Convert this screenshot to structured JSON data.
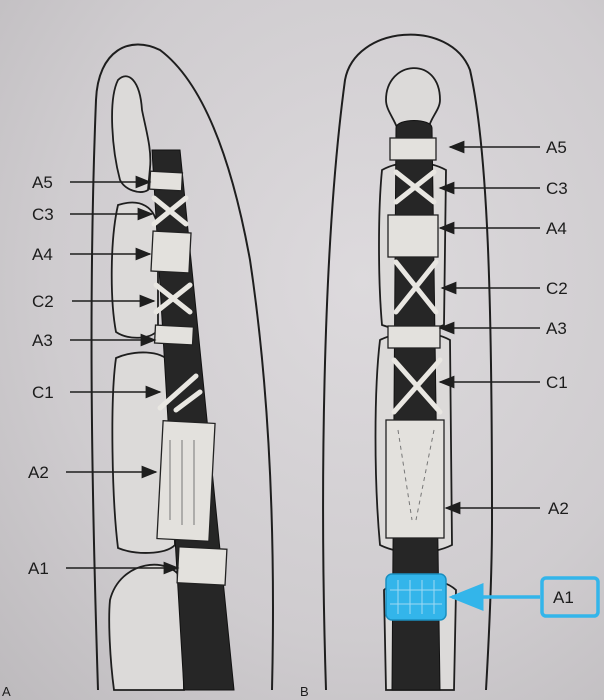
{
  "panels": {
    "a": {
      "letter": "A"
    },
    "b": {
      "letter": "B"
    }
  },
  "labels_a": [
    "A5",
    "C3",
    "A4",
    "C2",
    "A3",
    "C1",
    "A2",
    "A1"
  ],
  "labels_b": [
    "A5",
    "C3",
    "A4",
    "C2",
    "A3",
    "C1",
    "A2",
    "A1"
  ],
  "colors": {
    "highlight": "#33b5ea",
    "tendon": "#262626",
    "pulley": "#e3e1dd",
    "background": "#d4d1d4"
  }
}
